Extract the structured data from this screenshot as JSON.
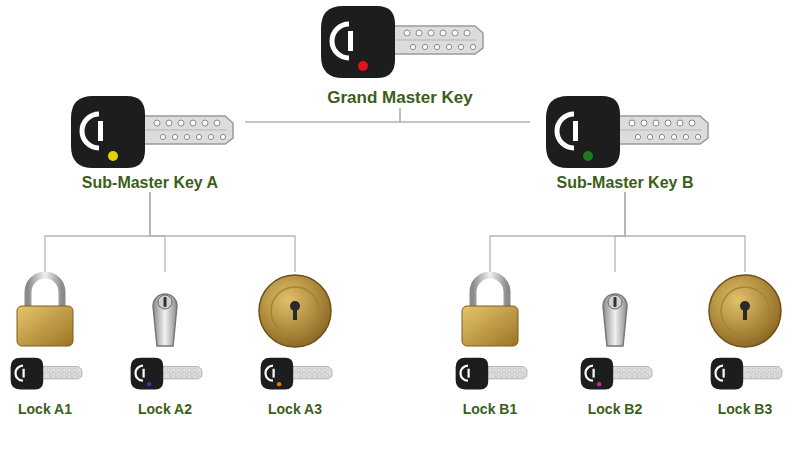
{
  "diagram": {
    "nodes": [
      {
        "text": [
          "Grand Master Key"
        ]
      },
      {
        "text": [
          "Sub-Master Key A"
        ]
      },
      {
        "text": [
          "Sub-Master Key B"
        ]
      },
      {
        "text": [
          "Lock A1"
        ]
      },
      {
        "text": [
          "Lock A2"
        ]
      },
      {
        "text": [
          "Lock A3"
        ]
      },
      {
        "text": [
          "Lock B1"
        ]
      },
      {
        "text": [
          "Lock B2"
        ]
      },
      {
        "text": [
          "Lock B3"
        ]
      }
    ],
    "edges": [
      {
        "from": 0,
        "to": 1,
        "arrow": "none"
      },
      {
        "from": 0,
        "to": 2,
        "arrow": "none"
      },
      {
        "from": 1,
        "to": 3,
        "arrow": "none"
      },
      {
        "from": 1,
        "to": 4,
        "arrow": "none"
      },
      {
        "from": 1,
        "to": 5,
        "arrow": "none"
      },
      {
        "from": 2,
        "to": 6,
        "arrow": "none"
      },
      {
        "from": 2,
        "to": 7,
        "arrow": "none"
      },
      {
        "from": 2,
        "to": 8,
        "arrow": "none"
      }
    ]
  }
}
